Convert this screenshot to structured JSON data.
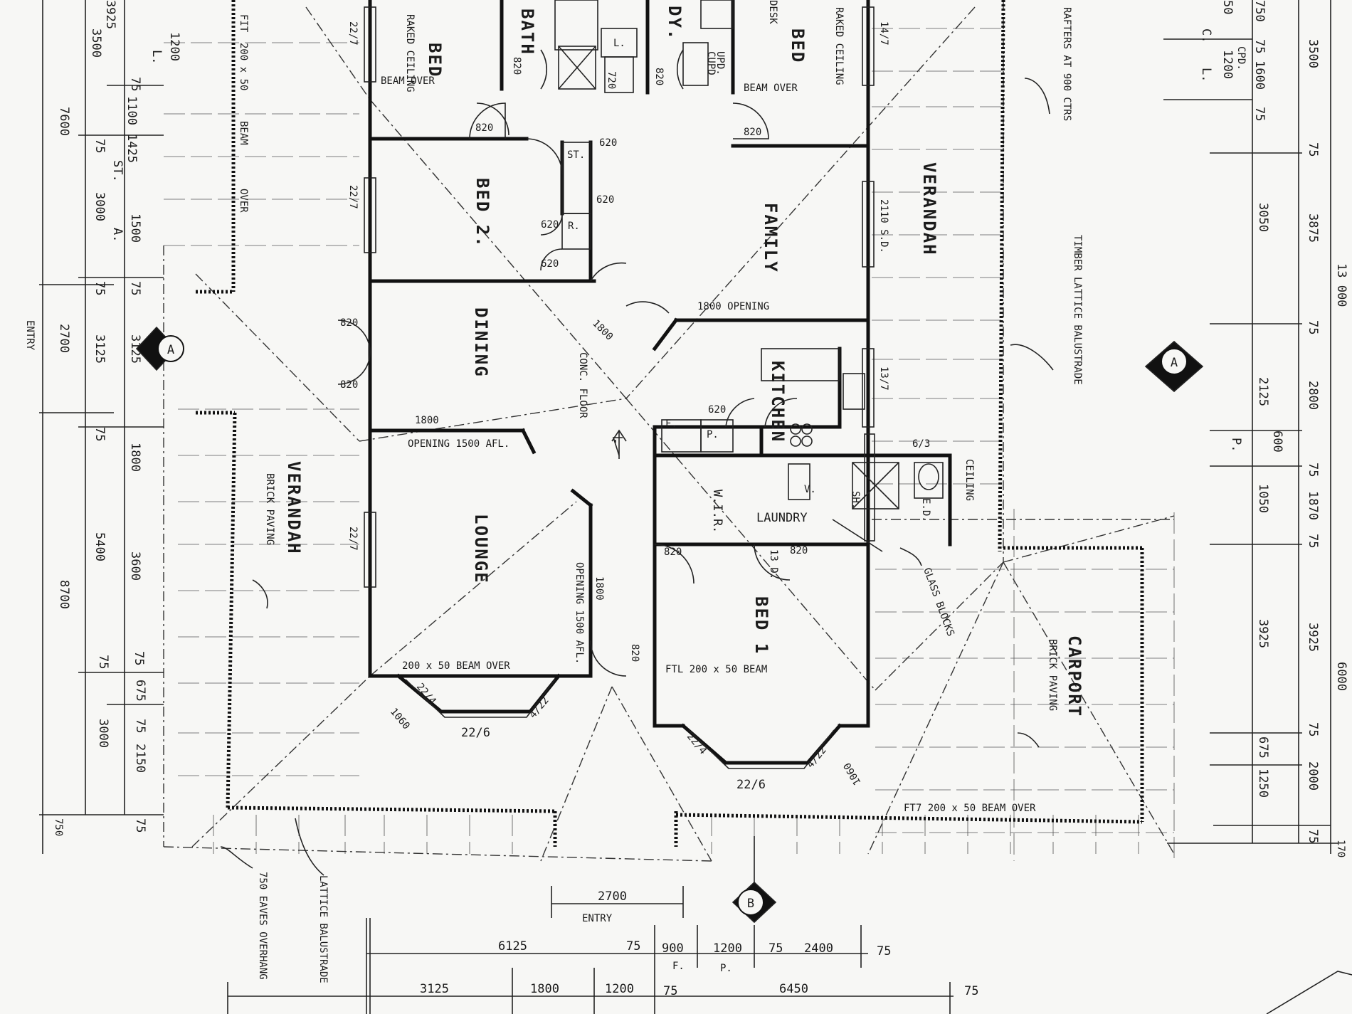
{
  "rooms": {
    "bed_top_left": "BED",
    "bath": "BATH",
    "study_partial": "DY.",
    "bed_top_right": "BED",
    "bed2": "BED 2.",
    "family": "FAMILY",
    "dining": "DINING",
    "kitchen": "KITCHEN",
    "lounge": "LOUNGE",
    "bed1": "BED 1",
    "verandah_left": "VERANDAH",
    "verandah_right": "VERANDAH",
    "carport": "CARPORT",
    "wir": "W.I.R.",
    "laundry": "LAUNDRY"
  },
  "labels": {
    "raked_ceiling": "RAKED CEILING",
    "beam_over_1": "BEAM OVER",
    "beam_over_2": "BEAM OVER",
    "beam_over_vertical": "200 x 50 BEAM OVER",
    "rafters": "RAFTERS AT 900 CTRS",
    "timber_lattice": "TIMBER LATTICE BALUSTRADE",
    "opening_1800": "1800 OPENING",
    "conc_floor": "CONC. FLOOR",
    "opening_dining": "OPENING 1500 AFL.",
    "dining_1800": "1800",
    "opening_lounge": "OPENING 1500 AFL.",
    "lounge_1800": "1800",
    "brick_paving_left": "BRICK PAVING",
    "brick_paving_carport": "BRICK PAVING",
    "beam_lounge": "200 x 50  BEAM OVER",
    "beam_bed1": "FTL 200 x 50  BEAM",
    "beam_front": "FT7  200 x 50   BEAM OVER",
    "glass_blocks": "GLASS BLOCKS",
    "eaves": "750 EAVES OVERHANG",
    "lattice": "LATTICE BALUSTRADE",
    "entry_left": "ENTRY",
    "entry_bottom": "ENTRY",
    "raked_ceiling_2": "RAKED CEILING",
    "ceiling_2": "CEILING",
    "window_top_left": "22/7",
    "window_bed2": "22/7",
    "window_family": "2110 S.D.",
    "window_top_right": "14/7",
    "window_kitchen": "13/7",
    "window_lounge": "22/7",
    "bay_lounge": "22/6",
    "bay_bed1": "22/6",
    "bay_l1": "22/4",
    "bay_r1": "4/22",
    "bay_l2": "22/4",
    "bay_r2": "4/22",
    "bay_w1": "1060",
    "bay_w2": "1060",
    "door_820_a": "820",
    "door_820_b": "820",
    "door_820_c": "820",
    "door_820_d": "820",
    "door_820_e": "820",
    "door_820_f": "820",
    "door_820_g": "820",
    "door_820_h": "820",
    "door_820_i": "820",
    "door_720": "720",
    "door_620_a": "620",
    "door_620_b": "620",
    "door_620_c": "620",
    "door_620_d": "620",
    "door_620_e": "620",
    "door_1800": "1800",
    "door_13d": "13 D.",
    "fridge": "F.",
    "pantry": "P.",
    "st": "ST.",
    "r": "R.",
    "l": "L.",
    "upd": "UPD.",
    "ed": "E.D.",
    "desk": "DESK",
    "cupd": "CUPD",
    "v": "V.",
    "sh": "SH.",
    "fit": "FIT",
    "fit_200x50": "200 x 50",
    "fit_beam": "BEAM",
    "fit_over": "OVER",
    "size_613": "6/3",
    "section_a": "A",
    "section_a2": "A",
    "section_b": "B"
  },
  "dims_left": {
    "top_3925": "3925",
    "top_1200": "1200",
    "top_l": "L.",
    "c1_3500": "3500",
    "c1_1100": "1100",
    "c1_75a": "75",
    "c1_1425": "1425",
    "c1_st": "ST.",
    "c1_75b": "75",
    "c1_3000": "3000",
    "c1_a": "A.",
    "c1_1500": "1500",
    "c1_75c": "75",
    "c1_75d": "75",
    "c1_3125": "3125",
    "c1_3125b": "3125",
    "c1_75e": "75",
    "c1_1800": "1800",
    "c1_5400": "5400",
    "c1_3600": "3600",
    "c1_75f": "75",
    "c1_75g": "75",
    "c1_675": "675",
    "c1_75h": "75",
    "c1_3000b": "3000",
    "c1_2150": "2150",
    "c1_75i": "75",
    "total_7600": "7600",
    "total_2700": "2700",
    "total_8700": "8700",
    "total_750": "750"
  },
  "dims_right": {
    "r_c": "C.",
    "r_50": "50",
    "r_l": "L.",
    "r_750": "750",
    "r_75a": "75",
    "r_1600": "1600",
    "r_cpd": "CPD.",
    "r_1200": "1200",
    "r_75b": "75",
    "r_3500": "3500",
    "r_75c": "75",
    "r_3050": "3050",
    "r_3875": "3875",
    "r_75d": "75",
    "r_2125": "2125",
    "r_2800": "2800",
    "r_600": "600",
    "r_p": "P.",
    "r_75e": "75",
    "r_1050": "1050",
    "r_1870": "1870",
    "r_75f": "75",
    "r_3925": "3925",
    "r_3925b": "3925",
    "r_75g": "75",
    "r_675": "675",
    "r_2000": "2000",
    "r_1250": "1250",
    "r_75h": "75",
    "r_13000": "13 000",
    "r_6000": "6000",
    "r_170": "170"
  },
  "dims_bottom": {
    "entry_2700": "2700",
    "b_6125": "6125",
    "b_75a": "75",
    "b_900": "900",
    "b_f": "F.",
    "b_1200": "1200",
    "b_p": "P.",
    "b_75b": "75",
    "b_2400": "2400",
    "b_75c": "75",
    "b_3125": "3125",
    "b_1800": "1800",
    "b_1200b": "1200",
    "b_75d": "75",
    "b_6450": "6450",
    "b_75e": "75"
  }
}
